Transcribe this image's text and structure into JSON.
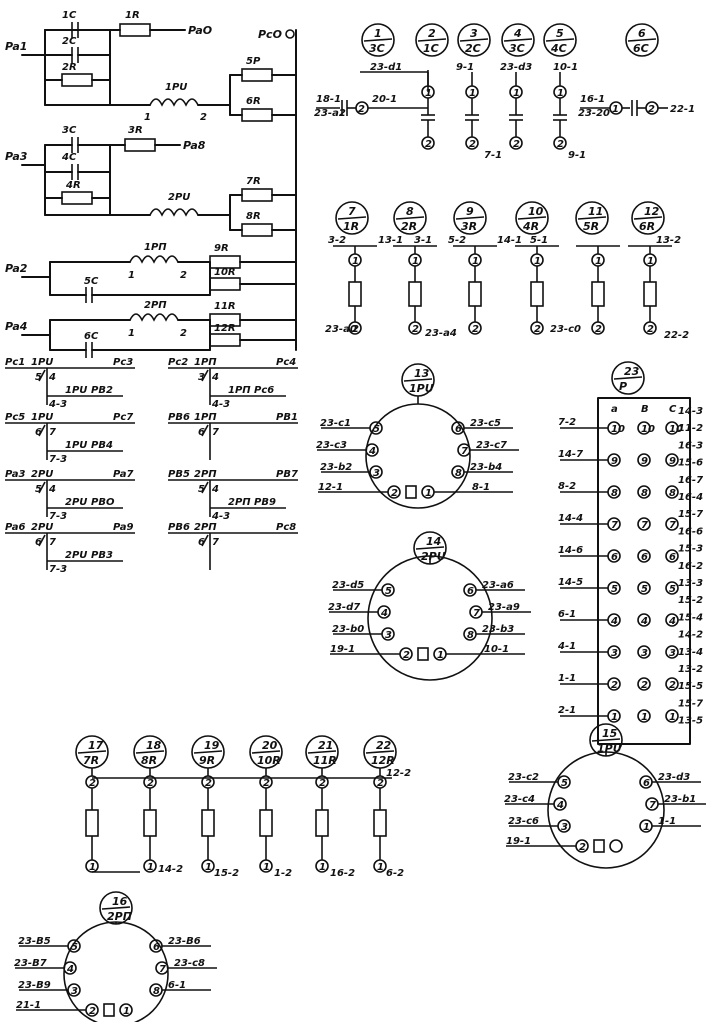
{
  "left_schematic": {
    "bus_label": "PcO",
    "groups": [
      {
        "in": "Pa1",
        "out": "PaO",
        "c1": "1C",
        "c2": "2C",
        "r_in": "2R",
        "r_out": "1R",
        "coil": "1PU",
        "coil_pin1": "1",
        "coil_pin2": "2",
        "branch_top": "5P",
        "branch_bot": "6R"
      },
      {
        "in": "Pa3",
        "out": "Pa8",
        "c1": "3C",
        "c2": "4C",
        "r_in": "4R",
        "r_out": "3R",
        "coil": "2PU",
        "coil_pin1": "",
        "coil_pin2": "",
        "branch_top": "7R",
        "branch_bot": "8R"
      }
    ],
    "lower_groups": [
      {
        "in": "Pa2",
        "cap": "5C",
        "coil": "1PП",
        "pin1": "1",
        "pin2": "2",
        "r_top": "9R",
        "r_bot": "10R"
      },
      {
        "in": "Pa4",
        "cap": "6C",
        "coil": "2PП",
        "pin1": "1",
        "pin2": "2",
        "r_top": "11R",
        "r_bot": "12R"
      }
    ],
    "contacts": [
      {
        "l": "Pc1",
        "dev": "1PU",
        "a": "5",
        "b": "4",
        "r": "Pc3",
        "sub": "1PU",
        "sub_r": "PB2",
        "bot": "4-3"
      },
      {
        "l": "Pc2",
        "dev": "1PП",
        "a": "3",
        "b": "4",
        "r": "Pc4",
        "sub": "1PП",
        "sub_r": "Pc6",
        "bot": "4-3"
      },
      {
        "l": "Pc5",
        "dev": "1PU",
        "a": "6",
        "b": "7",
        "r": "Pc7",
        "sub": "1PU",
        "sub_r": "PB4",
        "bot": "7-3"
      },
      {
        "l": "PB6",
        "dev": "1PП",
        "a": "6",
        "b": "7",
        "r": "PB1",
        "sub": "",
        "sub_r": "",
        "bot": ""
      },
      {
        "l": "Pa3",
        "dev": "2PU",
        "a": "5",
        "b": "4",
        "r": "Pa7",
        "sub": "2PU",
        "sub_r": "PBO",
        "bot": "7-3"
      },
      {
        "l": "PB5",
        "dev": "2PП",
        "a": "5",
        "b": "4",
        "r": "PB7",
        "sub": "2PП",
        "sub_r": "PB9",
        "bot": "4-3"
      },
      {
        "l": "Pa6",
        "dev": "2PU",
        "a": "6",
        "b": "7",
        "r": "Pa9",
        "sub": "2PU",
        "sub_r": "PB3",
        "bot": "7-3"
      },
      {
        "l": "PB6",
        "dev": "2PП",
        "a": "6",
        "b": "7",
        "r": "Pc8",
        "sub": "",
        "sub_r": "",
        "bot": ""
      }
    ]
  },
  "capacitor_panel": {
    "marks": [
      {
        "num": "1",
        "name": "3C"
      },
      {
        "num": "2",
        "name": "1C"
      },
      {
        "num": "3",
        "name": "2C"
      },
      {
        "num": "4",
        "name": "3C"
      },
      {
        "num": "5",
        "name": "4C"
      },
      {
        "num": "6",
        "name": "6C"
      }
    ],
    "top_labels": [
      "23-d1",
      "9-1",
      "23-d3",
      "10-1"
    ],
    "left_in": "18-1",
    "left_in2": "23-a2",
    "mid": "20-1",
    "bottom_labels": [
      "7-1",
      "9-1"
    ],
    "right_in": "16-1",
    "right_in2": "23-20",
    "right_out": "22-1",
    "pin1": "1",
    "pin2": "2"
  },
  "resistor_panel_top": {
    "marks": [
      {
        "num": "7",
        "name": "1R"
      },
      {
        "num": "8",
        "name": "2R"
      },
      {
        "num": "9",
        "name": "3R"
      },
      {
        "num": "10",
        "name": "4R"
      },
      {
        "num": "11",
        "name": "5R"
      },
      {
        "num": "12",
        "name": "6R"
      }
    ],
    "top_labels": [
      "3-2",
      "13-1",
      "3-1",
      "5-2",
      "14-1",
      "5-1",
      "13-2"
    ],
    "bottom_labels": [
      "23-a0",
      "23-a4",
      "23-c0",
      "22-2"
    ],
    "pin1": "1",
    "pin2": "2"
  },
  "socket_13": {
    "mark_num": "13",
    "mark_name": "1PU",
    "left": [
      "23-c1",
      "23-c3",
      "23-b2",
      "12-1"
    ],
    "right": [
      "23-c5",
      "23-c7",
      "23-b4",
      "8-1"
    ],
    "pins_left": [
      "5",
      "4",
      "3",
      "2"
    ],
    "pins_right": [
      "6",
      "7",
      "8",
      "1"
    ]
  },
  "socket_14": {
    "mark_num": "14",
    "mark_name": "2PU",
    "left": [
      "23-d5",
      "23-d7",
      "23-b0",
      "19-1"
    ],
    "right": [
      "23-a6",
      "23-a9",
      "23-b3",
      "10-1"
    ],
    "pins_left": [
      "5",
      "4",
      "3",
      "2"
    ],
    "pins_right": [
      "6",
      "7",
      "8",
      "1"
    ]
  },
  "socket_15": {
    "mark_num": "15",
    "mark_name": "1PU",
    "left": [
      "23-c2",
      "23-c4",
      "23-c6",
      "19-1"
    ],
    "right": [
      "23-d3",
      "23-b1",
      "1-1"
    ],
    "pins_left": [
      "5",
      "4",
      "3",
      "2"
    ],
    "pins_right": [
      "6",
      "7",
      "1"
    ]
  },
  "socket_16": {
    "mark_num": "16",
    "mark_name": "2PП",
    "left": [
      "23-B5",
      "23-B7",
      "23-B9",
      "21-1"
    ],
    "right": [
      "23-B6",
      "23-c8",
      "6-1"
    ],
    "pins_left": [
      "5",
      "4",
      "3",
      "2"
    ],
    "pins_right": [
      "6",
      "7",
      "8",
      "1"
    ]
  },
  "terminal_block": {
    "mark_num": "23",
    "mark_name": "P",
    "cols": [
      "a",
      "B",
      "C"
    ],
    "left": [
      "7-2",
      "14-7",
      "8-2",
      "14-4",
      "14-6",
      "14-5",
      "6-1",
      "4-1",
      "1-1",
      "2-1"
    ],
    "right": [
      "14-3",
      "11-2",
      "16-3",
      "15-6",
      "16-7",
      "16-4",
      "15-7",
      "16-6",
      "15-3",
      "16-2",
      "13-3",
      "15-2",
      "15-4",
      "14-2",
      "13-4",
      "13-2",
      "15-5",
      "15-7",
      "13-5"
    ],
    "nums": [
      "10",
      "9",
      "8",
      "7",
      "6",
      "5",
      "4",
      "3",
      "2",
      "1"
    ]
  },
  "resistor_panel_bottom": {
    "marks": [
      {
        "num": "17",
        "name": "7R"
      },
      {
        "num": "18",
        "name": "8R"
      },
      {
        "num": "19",
        "name": "9R"
      },
      {
        "num": "20",
        "name": "10R"
      },
      {
        "num": "21",
        "name": "11R"
      },
      {
        "num": "22",
        "name": "12R"
      }
    ],
    "top_right": "12-2",
    "bottom_labels": [
      "14-2",
      "15-2",
      "1-2",
      "16-2",
      "6-2"
    ],
    "pin1": "1",
    "pin2": "2"
  }
}
